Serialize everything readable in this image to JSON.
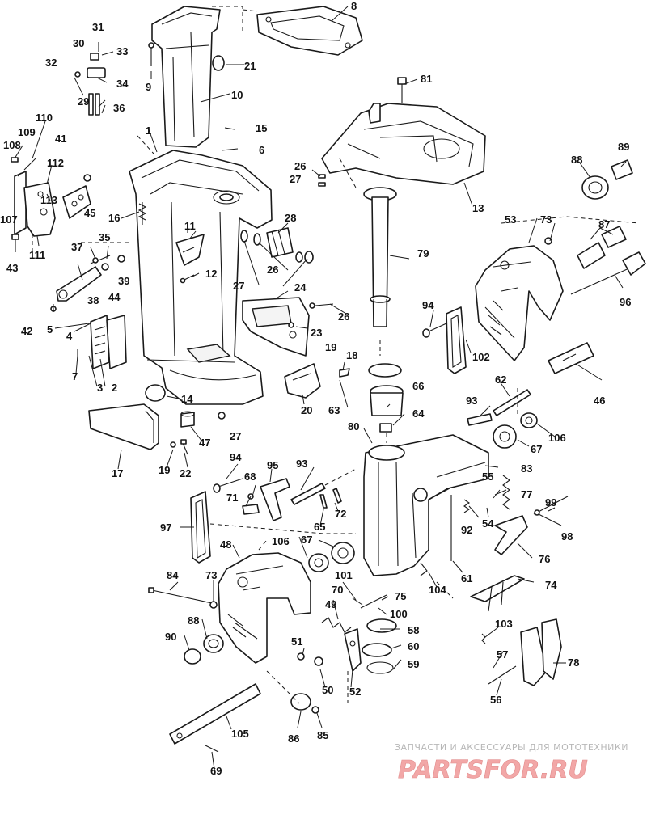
{
  "watermark": {
    "subtitle": "ЗАПЧАСТИ И АКСЕССУАРЫ ДЛЯ МОТОТЕХНИКИ",
    "logo": "PARTSFOR.RU"
  },
  "callouts": [
    {
      "id": "c1",
      "text": "1"
    },
    {
      "id": "c2",
      "text": "2"
    },
    {
      "id": "c3",
      "text": "3"
    },
    {
      "id": "c4",
      "text": "4"
    },
    {
      "id": "c5",
      "text": "5"
    },
    {
      "id": "c6",
      "text": "6"
    },
    {
      "id": "c7",
      "text": "7"
    },
    {
      "id": "c8",
      "text": "8"
    },
    {
      "id": "c9",
      "text": "9"
    },
    {
      "id": "c10",
      "text": "10"
    },
    {
      "id": "c11",
      "text": "11"
    },
    {
      "id": "c12",
      "text": "12"
    },
    {
      "id": "c13",
      "text": "13"
    },
    {
      "id": "c14",
      "text": "14"
    },
    {
      "id": "c15",
      "text": "15"
    },
    {
      "id": "c16",
      "text": "16"
    },
    {
      "id": "c17",
      "text": "17"
    },
    {
      "id": "c18",
      "text": "18"
    },
    {
      "id": "c19a",
      "text": "19"
    },
    {
      "id": "c19b",
      "text": "19"
    },
    {
      "id": "c20",
      "text": "20"
    },
    {
      "id": "c21",
      "text": "21"
    },
    {
      "id": "c22",
      "text": "22"
    },
    {
      "id": "c23",
      "text": "23"
    },
    {
      "id": "c24",
      "text": "24"
    },
    {
      "id": "c26a",
      "text": "26"
    },
    {
      "id": "c26b",
      "text": "26"
    },
    {
      "id": "c26c",
      "text": "26"
    },
    {
      "id": "c27a",
      "text": "27"
    },
    {
      "id": "c27b",
      "text": "27"
    },
    {
      "id": "c27c",
      "text": "27"
    },
    {
      "id": "c28",
      "text": "28"
    },
    {
      "id": "c29",
      "text": "29"
    },
    {
      "id": "c30",
      "text": "30"
    },
    {
      "id": "c31",
      "text": "31"
    },
    {
      "id": "c32",
      "text": "32"
    },
    {
      "id": "c33",
      "text": "33"
    },
    {
      "id": "c34",
      "text": "34"
    },
    {
      "id": "c35",
      "text": "35"
    },
    {
      "id": "c36",
      "text": "36"
    },
    {
      "id": "c37",
      "text": "37"
    },
    {
      "id": "c38",
      "text": "38"
    },
    {
      "id": "c39",
      "text": "39"
    },
    {
      "id": "c41",
      "text": "41"
    },
    {
      "id": "c42",
      "text": "42"
    },
    {
      "id": "c43",
      "text": "43"
    },
    {
      "id": "c44",
      "text": "44"
    },
    {
      "id": "c45",
      "text": "45"
    },
    {
      "id": "c46",
      "text": "46"
    },
    {
      "id": "c47",
      "text": "47"
    },
    {
      "id": "c48",
      "text": "48"
    },
    {
      "id": "c49",
      "text": "49"
    },
    {
      "id": "c50",
      "text": "50"
    },
    {
      "id": "c51",
      "text": "51"
    },
    {
      "id": "c52",
      "text": "52"
    },
    {
      "id": "c53",
      "text": "53"
    },
    {
      "id": "c54",
      "text": "54"
    },
    {
      "id": "c55",
      "text": "55"
    },
    {
      "id": "c56",
      "text": "56"
    },
    {
      "id": "c57",
      "text": "57"
    },
    {
      "id": "c58",
      "text": "58"
    },
    {
      "id": "c59",
      "text": "59"
    },
    {
      "id": "c60",
      "text": "60"
    },
    {
      "id": "c61",
      "text": "61"
    },
    {
      "id": "c62",
      "text": "62"
    },
    {
      "id": "c63",
      "text": "63"
    },
    {
      "id": "c64",
      "text": "64"
    },
    {
      "id": "c65",
      "text": "65"
    },
    {
      "id": "c66",
      "text": "66"
    },
    {
      "id": "c67a",
      "text": "67"
    },
    {
      "id": "c67b",
      "text": "67"
    },
    {
      "id": "c68",
      "text": "68"
    },
    {
      "id": "c69",
      "text": "69"
    },
    {
      "id": "c70",
      "text": "70"
    },
    {
      "id": "c71",
      "text": "71"
    },
    {
      "id": "c72",
      "text": "72"
    },
    {
      "id": "c73a",
      "text": "73"
    },
    {
      "id": "c73b",
      "text": "73"
    },
    {
      "id": "c74",
      "text": "74"
    },
    {
      "id": "c75",
      "text": "75"
    },
    {
      "id": "c76",
      "text": "76"
    },
    {
      "id": "c77",
      "text": "77"
    },
    {
      "id": "c78",
      "text": "78"
    },
    {
      "id": "c79",
      "text": "79"
    },
    {
      "id": "c80",
      "text": "80"
    },
    {
      "id": "c81",
      "text": "81"
    },
    {
      "id": "c83",
      "text": "83"
    },
    {
      "id": "c84",
      "text": "84"
    },
    {
      "id": "c85",
      "text": "85"
    },
    {
      "id": "c86",
      "text": "86"
    },
    {
      "id": "c87",
      "text": "87"
    },
    {
      "id": "c88a",
      "text": "88"
    },
    {
      "id": "c88b",
      "text": "88"
    },
    {
      "id": "c89",
      "text": "89"
    },
    {
      "id": "c90",
      "text": "90"
    },
    {
      "id": "c92",
      "text": "92"
    },
    {
      "id": "c93a",
      "text": "93"
    },
    {
      "id": "c93b",
      "text": "93"
    },
    {
      "id": "c94a",
      "text": "94"
    },
    {
      "id": "c94b",
      "text": "94"
    },
    {
      "id": "c95",
      "text": "95"
    },
    {
      "id": "c96",
      "text": "96"
    },
    {
      "id": "c97",
      "text": "97"
    },
    {
      "id": "c98",
      "text": "98"
    },
    {
      "id": "c99",
      "text": "99"
    },
    {
      "id": "c100",
      "text": "100"
    },
    {
      "id": "c101",
      "text": "101"
    },
    {
      "id": "c102",
      "text": "102"
    },
    {
      "id": "c103",
      "text": "103"
    },
    {
      "id": "c104",
      "text": "104"
    },
    {
      "id": "c105",
      "text": "105"
    },
    {
      "id": "c106a",
      "text": "106"
    },
    {
      "id": "c106b",
      "text": "106"
    },
    {
      "id": "c107",
      "text": "107"
    },
    {
      "id": "c108",
      "text": "108"
    },
    {
      "id": "c109",
      "text": "109"
    },
    {
      "id": "c110",
      "text": "110"
    },
    {
      "id": "c111",
      "text": "111"
    },
    {
      "id": "c112",
      "text": "112"
    },
    {
      "id": "c113",
      "text": "113"
    }
  ]
}
